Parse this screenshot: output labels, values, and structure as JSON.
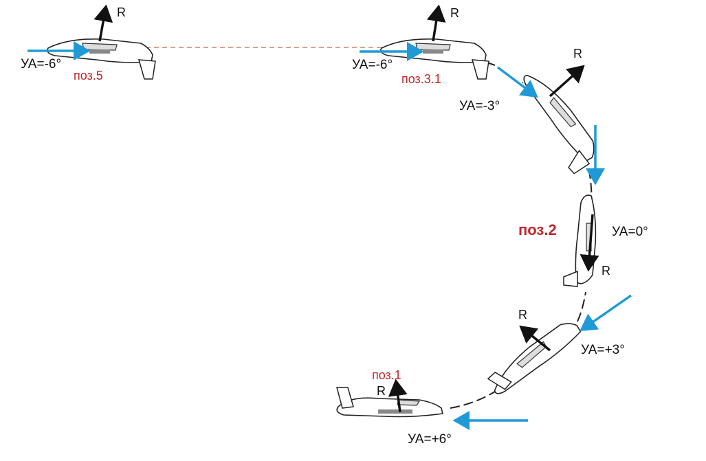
{
  "colors": {
    "flow_arrow": "#1f9ad6",
    "force_arrow": "#111111",
    "position_label": "#c0272d",
    "trajectory": "#222222",
    "reference_line": "#c06a55"
  },
  "labels": {
    "r": "R",
    "aoa_pos5": "УА=-6°",
    "aoa_pos31": "УА=-6°",
    "aoa_top_right": "УА=-3°",
    "aoa_pos2": "УА=0°",
    "aoa_lower_right": "УА=+3°",
    "aoa_pos1": "УА=+6°",
    "pos5": "поз.5",
    "pos31": "поз.3.1",
    "pos2": "поз.2",
    "pos1": "поз.1"
  }
}
